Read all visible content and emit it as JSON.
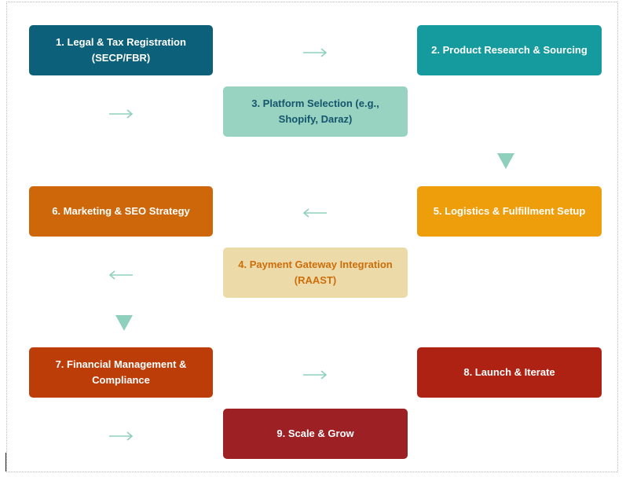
{
  "steps": [
    {
      "label": "1. Legal & Tax Registration (SECP/FBR)",
      "bg": "#0d6079",
      "fg": "#ffffff"
    },
    {
      "label": "2. Product Research & Sourcing",
      "bg": "#159b9d",
      "fg": "#ffffff"
    },
    {
      "label": "3. Platform Selection (e.g., Shopify, Daraz)",
      "bg": "#98d3c2",
      "fg": "#14556c"
    },
    {
      "label": "4. Payment Gateway Integration (RAAST)",
      "bg": "#eddaa9",
      "fg": "#cc6e0a"
    },
    {
      "label": "5. Logistics & Fulfillment Setup",
      "bg": "#ee9e0b",
      "fg": "#ffffff"
    },
    {
      "label": "6. Marketing & SEO Strategy",
      "bg": "#cd6709",
      "fg": "#ffffff"
    },
    {
      "label": "7. Financial Management & Compliance",
      "bg": "#bd3d09",
      "fg": "#ffffff"
    },
    {
      "label": "8. Launch & Iterate",
      "bg": "#ae2213",
      "fg": "#ffffff"
    },
    {
      "label": "9. Scale & Grow",
      "bg": "#9c2024",
      "fg": "#ffffff"
    }
  ],
  "colors": {
    "connector": "#8fd0bd",
    "frame_border": "#b8b8b8"
  },
  "connectors": [
    {
      "type": "arrow-right"
    },
    {
      "type": "arrow-right"
    },
    {
      "type": "triangle-down"
    },
    {
      "type": "arrow-left"
    },
    {
      "type": "arrow-left"
    },
    {
      "type": "triangle-down"
    },
    {
      "type": "arrow-right"
    },
    {
      "type": "arrow-right"
    }
  ]
}
